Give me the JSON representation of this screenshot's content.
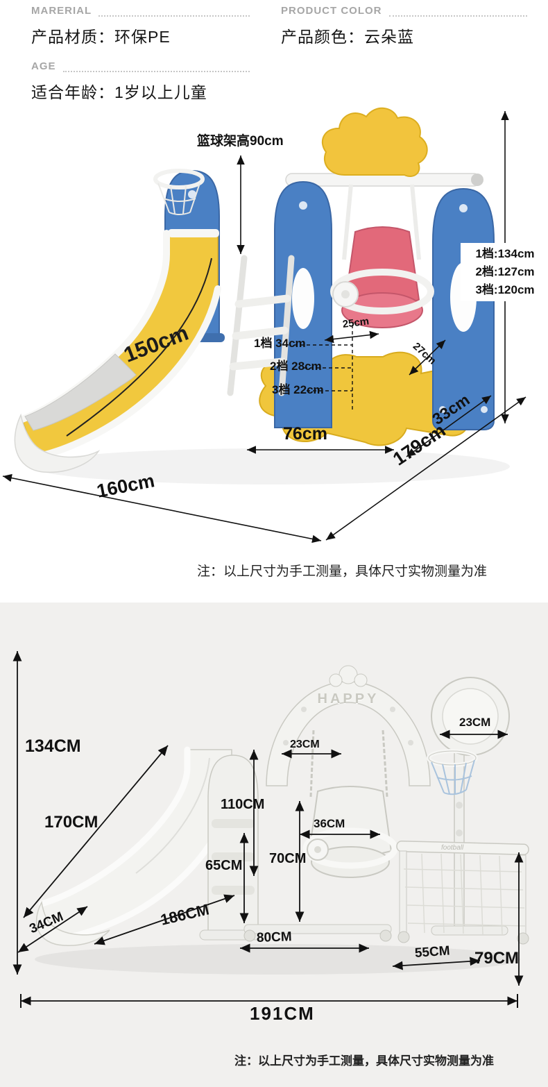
{
  "specs": {
    "material": {
      "heading": "MARERIAL",
      "value": "产品材质：环保PE"
    },
    "color": {
      "heading": "PRODUCT COLOR",
      "value": "产品颜色：云朵蓝"
    },
    "age": {
      "heading": "AGE",
      "value": "适合年龄：1岁以上儿童"
    }
  },
  "diagram1": {
    "hoop_height": "篮球架高90cm",
    "slide_length": "150cm",
    "seat_gear1": "1档 34cm",
    "seat_gear2": "2档 28cm",
    "seat_gear3": "3档 22cm",
    "seat_width": "25cm",
    "seat_depth": "27cm",
    "frame_gear1": "1档:134cm",
    "frame_gear2": "2档:127cm",
    "frame_gear3": "3档:120cm",
    "base_width": "76cm",
    "base_side": "33cm",
    "total_depth": "179cm",
    "slide_footprint": "160cm",
    "note": "注：以上尺寸为手工测量，具体尺寸实物测量为准"
  },
  "diagram2": {
    "overall_height": "134CM",
    "slide_length": "170CM",
    "swing_hook_width": "23CM",
    "backboard_width": "23CM",
    "swing_frame_height": "110CM",
    "seat_width": "36CM",
    "ladder_height": "65CM",
    "seat_height": "70CM",
    "slide_width": "34CM",
    "slide_footprint": "186CM",
    "swing_base_width": "80CM",
    "goal_width": "55CM",
    "goal_height": "79CM",
    "overall_length": "191CM",
    "arch_label": "HAPPY",
    "goal_label": "football",
    "note": "注：以上尺寸为手工测量，具体尺寸实物测量为准"
  },
  "colors": {
    "blue": "#4a80c4",
    "yellow": "#f1c83e",
    "seat_pink": "#e2697a",
    "white_set": "#f1f1ee",
    "section2_bg": "#f1f0ee",
    "heading_gray": "#a6a6a6",
    "annotation": "#111111"
  }
}
